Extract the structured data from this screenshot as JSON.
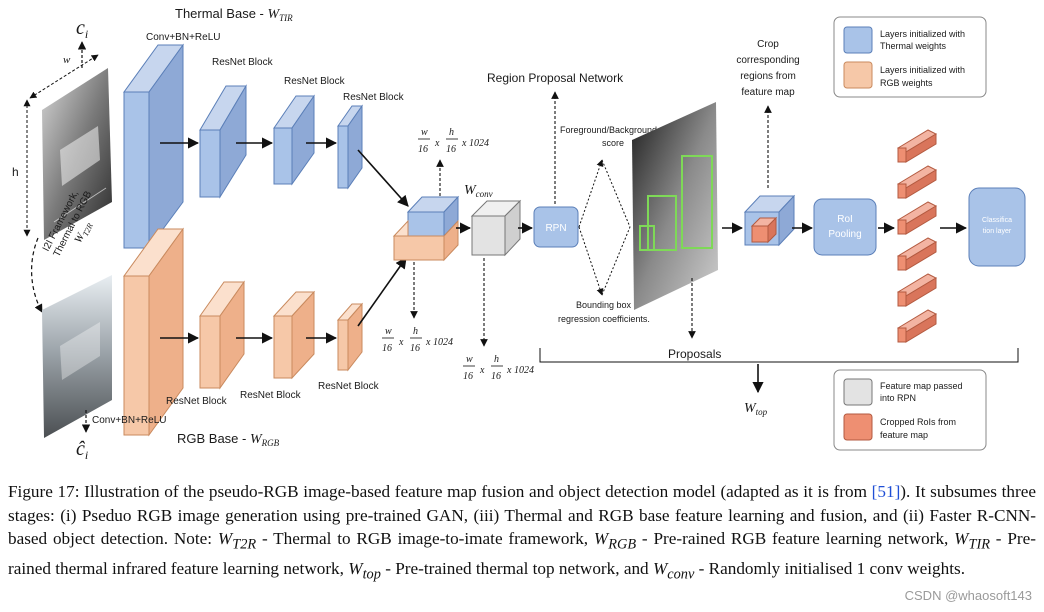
{
  "diagram": {
    "thermal_base": "Thermal Base - ",
    "thermal_base_sym": "W",
    "thermal_base_sub": "TIR",
    "rgb_base": "RGB Base - ",
    "rgb_base_sym": "W",
    "rgb_base_sub": "RGB",
    "c_top": "c",
    "c_top_sub": "i",
    "c_bot": "ĉ",
    "c_bot_sub": "i",
    "w_label": "w",
    "h_label": "h",
    "i2i_line1": "I2I Framework,",
    "i2i_line2": "Thermal to RGB",
    "i2i_sym": "W",
    "i2i_sub": "T2R",
    "conv_top": "Conv+BN+ReLU",
    "conv_bot": "Conv+BN+ReLU",
    "resnet_top": [
      "ResNet Block",
      "ResNet Block",
      "ResNet Block"
    ],
    "resnet_bot": [
      "ResNet Block",
      "ResNet Block",
      "ResNet Block"
    ],
    "dim_frac_w": "w",
    "dim_frac_h": "h",
    "dim_den": "16",
    "dim_times": "x",
    "dim_tail": "x 1024",
    "wconv_sym": "W",
    "wconv_sub": "conv",
    "rpn_title": "Region Proposal Network",
    "rpn": "RPN",
    "fg_bg_line1": "Foreground/Background",
    "fg_bg_line2": "score",
    "bbox_line1": "Bounding box",
    "bbox_line2": "regression coefficients.",
    "proposals": "Proposals",
    "wtop_sym": "W",
    "wtop_sub": "top",
    "crop_lines": [
      "Crop",
      "corresponding",
      "regions from",
      "feature map"
    ],
    "roi_line1": "RoI",
    "roi_line2": "Pooling",
    "cls_line1": "Classifica",
    "cls_line2": "tion layer",
    "legend_top": [
      {
        "line1": "Layers initialized with",
        "line2": "Thermal weights",
        "color": "#a9c3e8"
      },
      {
        "line1": "Layers initialized with",
        "line2": "RGB weights",
        "color": "#f6c8a8"
      }
    ],
    "legend_bot": [
      {
        "line1": "Feature map passed",
        "line2": "into RPN",
        "color": "#e3e3e3"
      },
      {
        "line1": "Cropped RoIs from",
        "line2": "feature map",
        "color": "#ee8f72"
      }
    ]
  },
  "caption": {
    "lead": "Figure 17: Illustration of the pseudo-RGB image-based feature map fusion and object detection model (adapted as it is from ",
    "ref": "[51]",
    "p1": "). It subsumes three stages: (i) Pseduo RGB image generation using pre-trained GAN, (iii) Thermal and RGB base feature learning and fusion, and (ii) Faster R-CNN-based object detection. Note: ",
    "t2r_sym": "W",
    "t2r_sub": "T2R",
    "p2": " - Thermal to RGB image-to-imate framework, ",
    "rgb_sym": "W",
    "rgb_sub": "RGB",
    "p3": " - Pre-rained RGB feature learning network, ",
    "tir_sym": "W",
    "tir_sub": "TIR",
    "p4": " - Pre-rained thermal infrared feature learning network, ",
    "top_sym": "W",
    "top_sub": "top",
    "p5": " - Pre-trained thermal top network, and ",
    "conv_sym": "W",
    "conv_sub": "conv",
    "p6": " - Randomly initialised 1 conv weights."
  },
  "watermark": "CSDN @whaosoft143",
  "colors": {
    "thermal": "#a9c3e8",
    "thermal_stroke": "#5b7fb8",
    "rgb": "#f6c8a8",
    "rgb_stroke": "#c98a5e",
    "gray": "#e3e3e3",
    "roi": "#ee8f72",
    "box_blue": "#a9c3e8"
  }
}
